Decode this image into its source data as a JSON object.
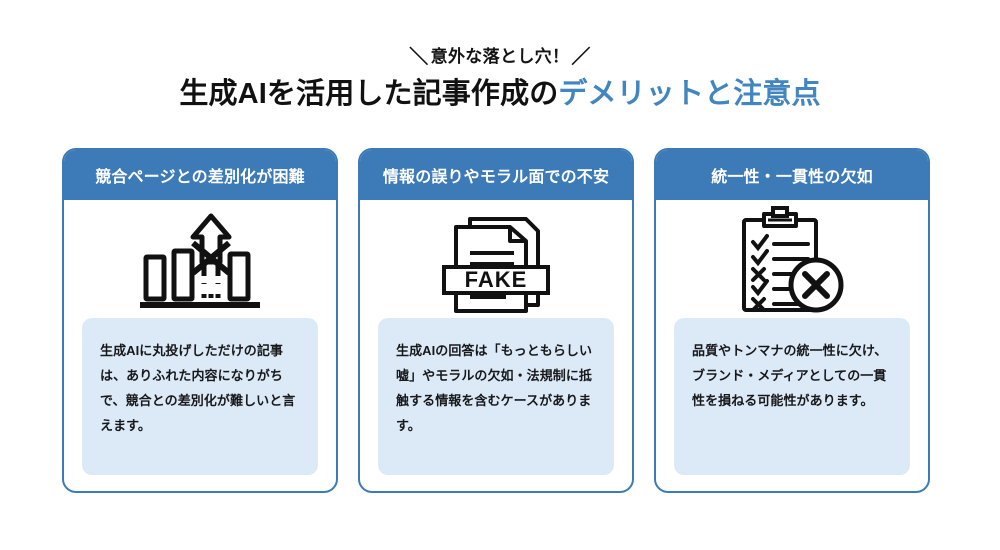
{
  "heading": {
    "kicker_slash_left": "＼",
    "kicker_text": "意外な落とし穴！",
    "kicker_slash_right": "／",
    "title_main": "生成AIを活用した記事作成の",
    "title_accent": "デメリットと注意点",
    "accent_color": "#4186c0"
  },
  "theme": {
    "header_blue": "#3d7ab8",
    "border_blue": "#3d7ab8",
    "body_panel_blue": "#dce9f7",
    "text_dark": "#17181a",
    "background": "#ffffff"
  },
  "cards": [
    {
      "header": "競合ページとの差別化が困難",
      "icon": "bar-chart-blocked-growth-icon",
      "body": "生成AIに丸投げしただけの記事は、ありふれた内容になりがちで、競合との差別化が難しいと言えます。"
    },
    {
      "header": "情報の誤りやモラル面での不安",
      "icon": "fake-document-icon",
      "body": "生成AIの回答は「もっともらしい嘘」やモラルの欠如・法規制に抵触する情報を含むケースがあります。"
    },
    {
      "header": "統一性・一貫性の欠如",
      "icon": "checklist-rejected-icon",
      "body": "品質やトンマナの統一性に欠け、ブランド・メディアとしての一貫性を損ねる可能性があります。"
    }
  ]
}
